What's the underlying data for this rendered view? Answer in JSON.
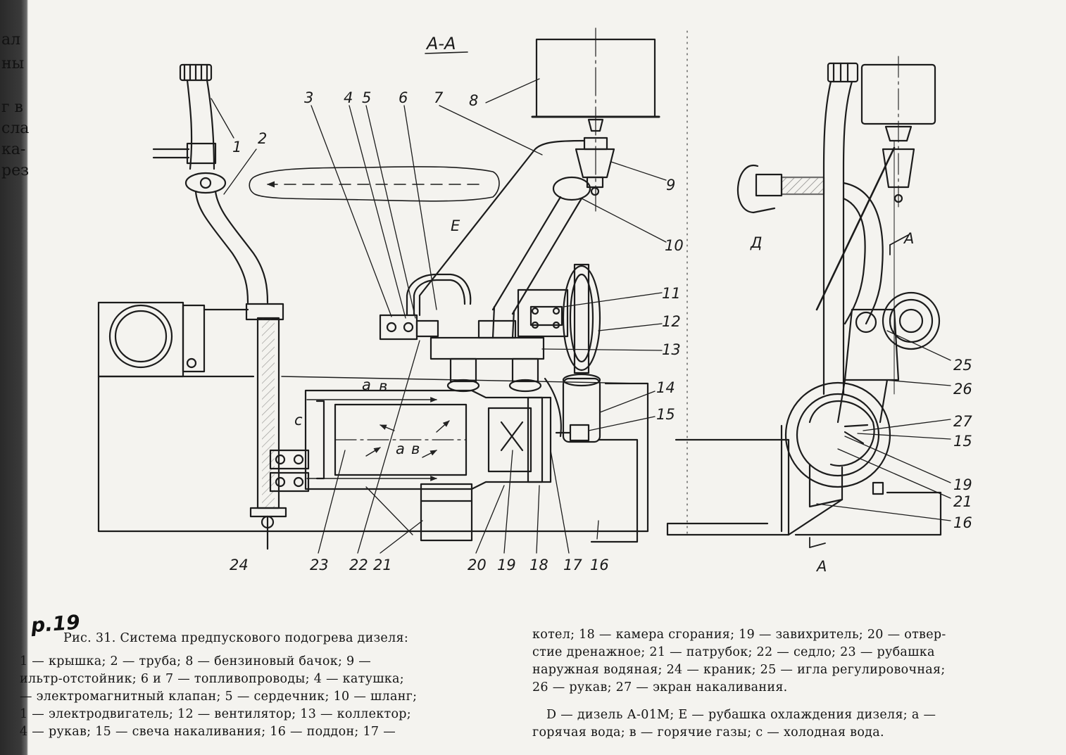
{
  "figure": {
    "section_label": "А-А",
    "page_note": "p.19",
    "edge_fragments": [
      "ал",
      "ны",
      "г в",
      "сла",
      "ка-",
      "рез"
    ],
    "callouts": [
      {
        "label": "1"
      },
      {
        "label": "2"
      },
      {
        "label": "3"
      },
      {
        "label": "4"
      },
      {
        "label": "5"
      },
      {
        "label": "6"
      },
      {
        "label": "7"
      },
      {
        "label": "8"
      },
      {
        "label": "9"
      },
      {
        "label": "10"
      },
      {
        "label": "11"
      },
      {
        "label": "12"
      },
      {
        "label": "13"
      },
      {
        "label": "14"
      },
      {
        "label": "15"
      },
      {
        "label": "16"
      },
      {
        "label": "17"
      },
      {
        "label": "18"
      },
      {
        "label": "19"
      },
      {
        "label": "20"
      },
      {
        "label": "21"
      },
      {
        "label": "22"
      },
      {
        "label": "23"
      },
      {
        "label": "24"
      },
      {
        "label": "25"
      },
      {
        "label": "26"
      },
      {
        "label": "27"
      },
      {
        "label": "15"
      },
      {
        "label": "19"
      },
      {
        "label": "21"
      },
      {
        "label": "16"
      }
    ],
    "flow_labels": {
      "a": "а",
      "b": "в",
      "c": "с",
      "e": "Е",
      "d": "Д"
    },
    "section_marks": [
      "А",
      "А"
    ]
  },
  "caption": {
    "left_lines": [
      "Рис. 31. Система предпускового подогрева дизеля:",
      "1 — крышка;  2 — труба;  8 — бензиновый бачок;   9 —",
      "ильтр-отстойник; 6 и 7 — топливопроводы; 4 — катушка;",
      "— электромагнитный клапан; 5 — сердечник; 10 — шланг;",
      "1 — электродвигатель; 12 — вентилятор; 13 — коллектор;",
      "4 — рукав; 15 — свеча накаливания; 16 — поддон; 17 —"
    ],
    "right_lines": [
      "котел; 18 — камера сгорания; 19 — завихритель; 20 — отвер-",
      "стие дренажное; 21 — патрубок; 22 — седло; 23 — рубашка",
      "наружная водяная; 24 — краник; 25 — игла регулировочная;",
      "26 — рукав; 27 — экран накаливания."
    ],
    "legend_lines": [
      "D — дизель А-01М; Е — рубашка охлаждения дизеля; а —",
      "горячая вода; в — горячие газы; с — холодная вода."
    ]
  }
}
